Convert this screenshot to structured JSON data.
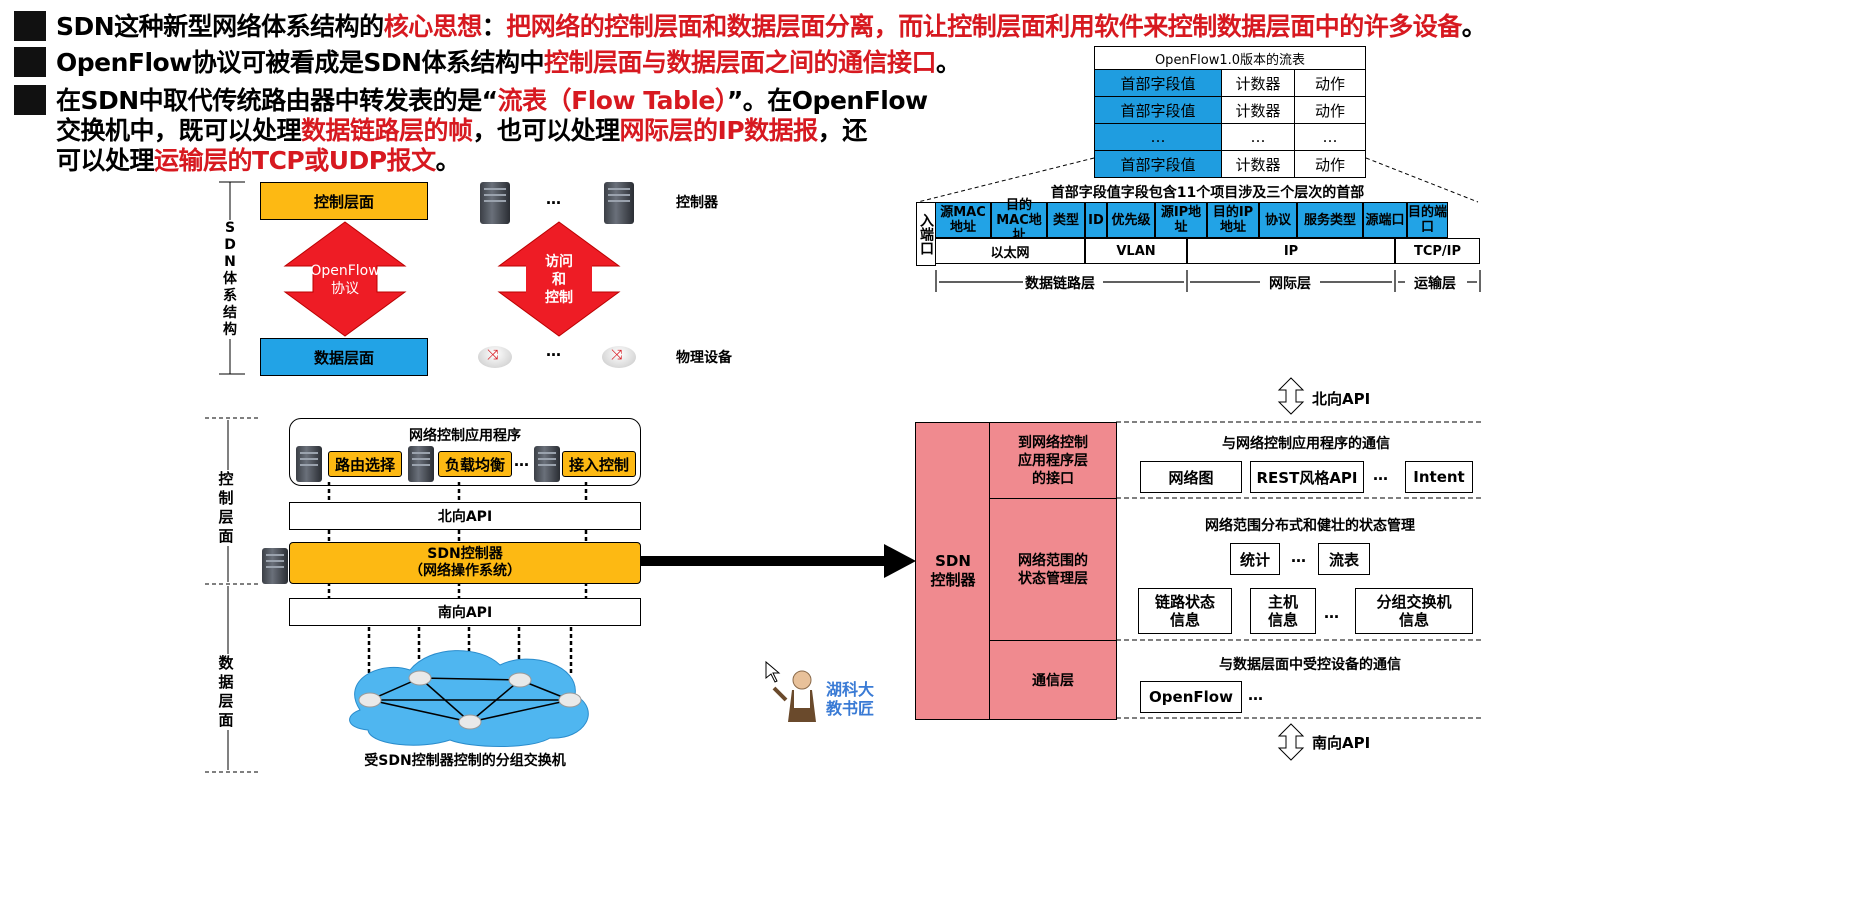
{
  "bullets": [
    {
      "segments": [
        {
          "t": "SDN这种新型网络体系结构的",
          "r": false
        },
        {
          "t": "核心思想",
          "r": true
        },
        {
          "t": "：",
          "r": false
        },
        {
          "t": "把网络的控制层面和数据层面分离，而让控制层面利用软件来控制数据层面中的许多设备",
          "r": true
        },
        {
          "t": "。",
          "r": false
        }
      ]
    },
    {
      "segments": [
        {
          "t": "OpenFlow协议可被看成是SDN体系结构中",
          "r": false
        },
        {
          "t": "控制层面与数据层面之间的通信接口",
          "r": true
        },
        {
          "t": "。",
          "r": false
        }
      ]
    }
  ],
  "bullet3": {
    "line1": [
      {
        "t": "在SDN中取代传统路由器中转发表的是“",
        "r": false
      },
      {
        "t": "流表（Flow Table）",
        "r": true
      },
      {
        "t": "”。在OpenFlow",
        "r": false
      }
    ],
    "line2": [
      {
        "t": "交换机中，既可以处理",
        "r": false
      },
      {
        "t": "数据链路层的帧",
        "r": true
      },
      {
        "t": "，也可以处理",
        "r": false
      },
      {
        "t": "网际层的IP数据报",
        "r": true
      },
      {
        "t": "，还",
        "r": false
      }
    ],
    "line3": [
      {
        "t": "可以处理",
        "r": false
      },
      {
        "t": "运输层的TCP或UDP报文",
        "r": true
      },
      {
        "t": "。",
        "r": false
      }
    ]
  },
  "flow_table": {
    "title": "OpenFlow1.0版本的流表",
    "rows": [
      [
        "首部字段值",
        "计数器",
        "动作"
      ],
      [
        "首部字段值",
        "计数器",
        "动作"
      ],
      [
        "…",
        "…",
        "…"
      ],
      [
        "首部字段值",
        "计数器",
        "动作"
      ]
    ]
  },
  "header_fields": {
    "caption": "首部字段值字段包含11个项目涉及三个层次的首部",
    "in_port": "入端口",
    "fields": [
      "源MAC地址",
      "目的MAC地址",
      "类型",
      "ID",
      "优先级",
      "源IP地址",
      "目的IP地址",
      "协议",
      "服务类型",
      "源端口",
      "目的端口"
    ],
    "groups": [
      "以太网",
      "VLAN",
      "IP",
      "TCP/IP"
    ],
    "layers": [
      "数据链路层",
      "网际层",
      "运输层"
    ]
  },
  "sdn_arch": {
    "side": "SDN体系结构",
    "control": "控制层面",
    "data": "数据层面",
    "arrow1": "OpenFlow\n协议",
    "arrow2": "访问\n和\n控制",
    "dots": "…",
    "controller": "控制器",
    "physical": "物理设备"
  },
  "controller_diagram": {
    "side_control": "控制层面",
    "side_data": "数据层面",
    "apps_title": "网络控制应用程序",
    "apps": [
      "路由选择",
      "负载均衡",
      "接入控制"
    ],
    "dots": "…",
    "northbound": "北向API",
    "controller": "SDN控制器\n（网络操作系统）",
    "southbound": "南向API",
    "switches": "受SDN控制器控制的分组交换机"
  },
  "logo": {
    "text1": "湖科大",
    "text2": "教书匠"
  },
  "controller_detail": {
    "north": "北向API",
    "south": "南向API",
    "sdn": "SDN\n控制器",
    "layers": [
      "到网络控制\n应用程序层\n的接口",
      "网络范围的\n状态管理层",
      "通信层"
    ],
    "sec1_title": "与网络控制应用程序的通信",
    "sec1_items": [
      "网络图",
      "REST风格API",
      "Intent"
    ],
    "sec2_title": "网络范围分布式和健壮的状态管理",
    "sec2_row1": [
      "统计",
      "流表"
    ],
    "sec2_row2": [
      "链路状态\n信息",
      "主机\n信息",
      "分组交换机\n信息"
    ],
    "sec3_title": "与数据层面中受控设备的通信",
    "sec3_items": [
      "OpenFlow"
    ],
    "dots": "…"
  }
}
